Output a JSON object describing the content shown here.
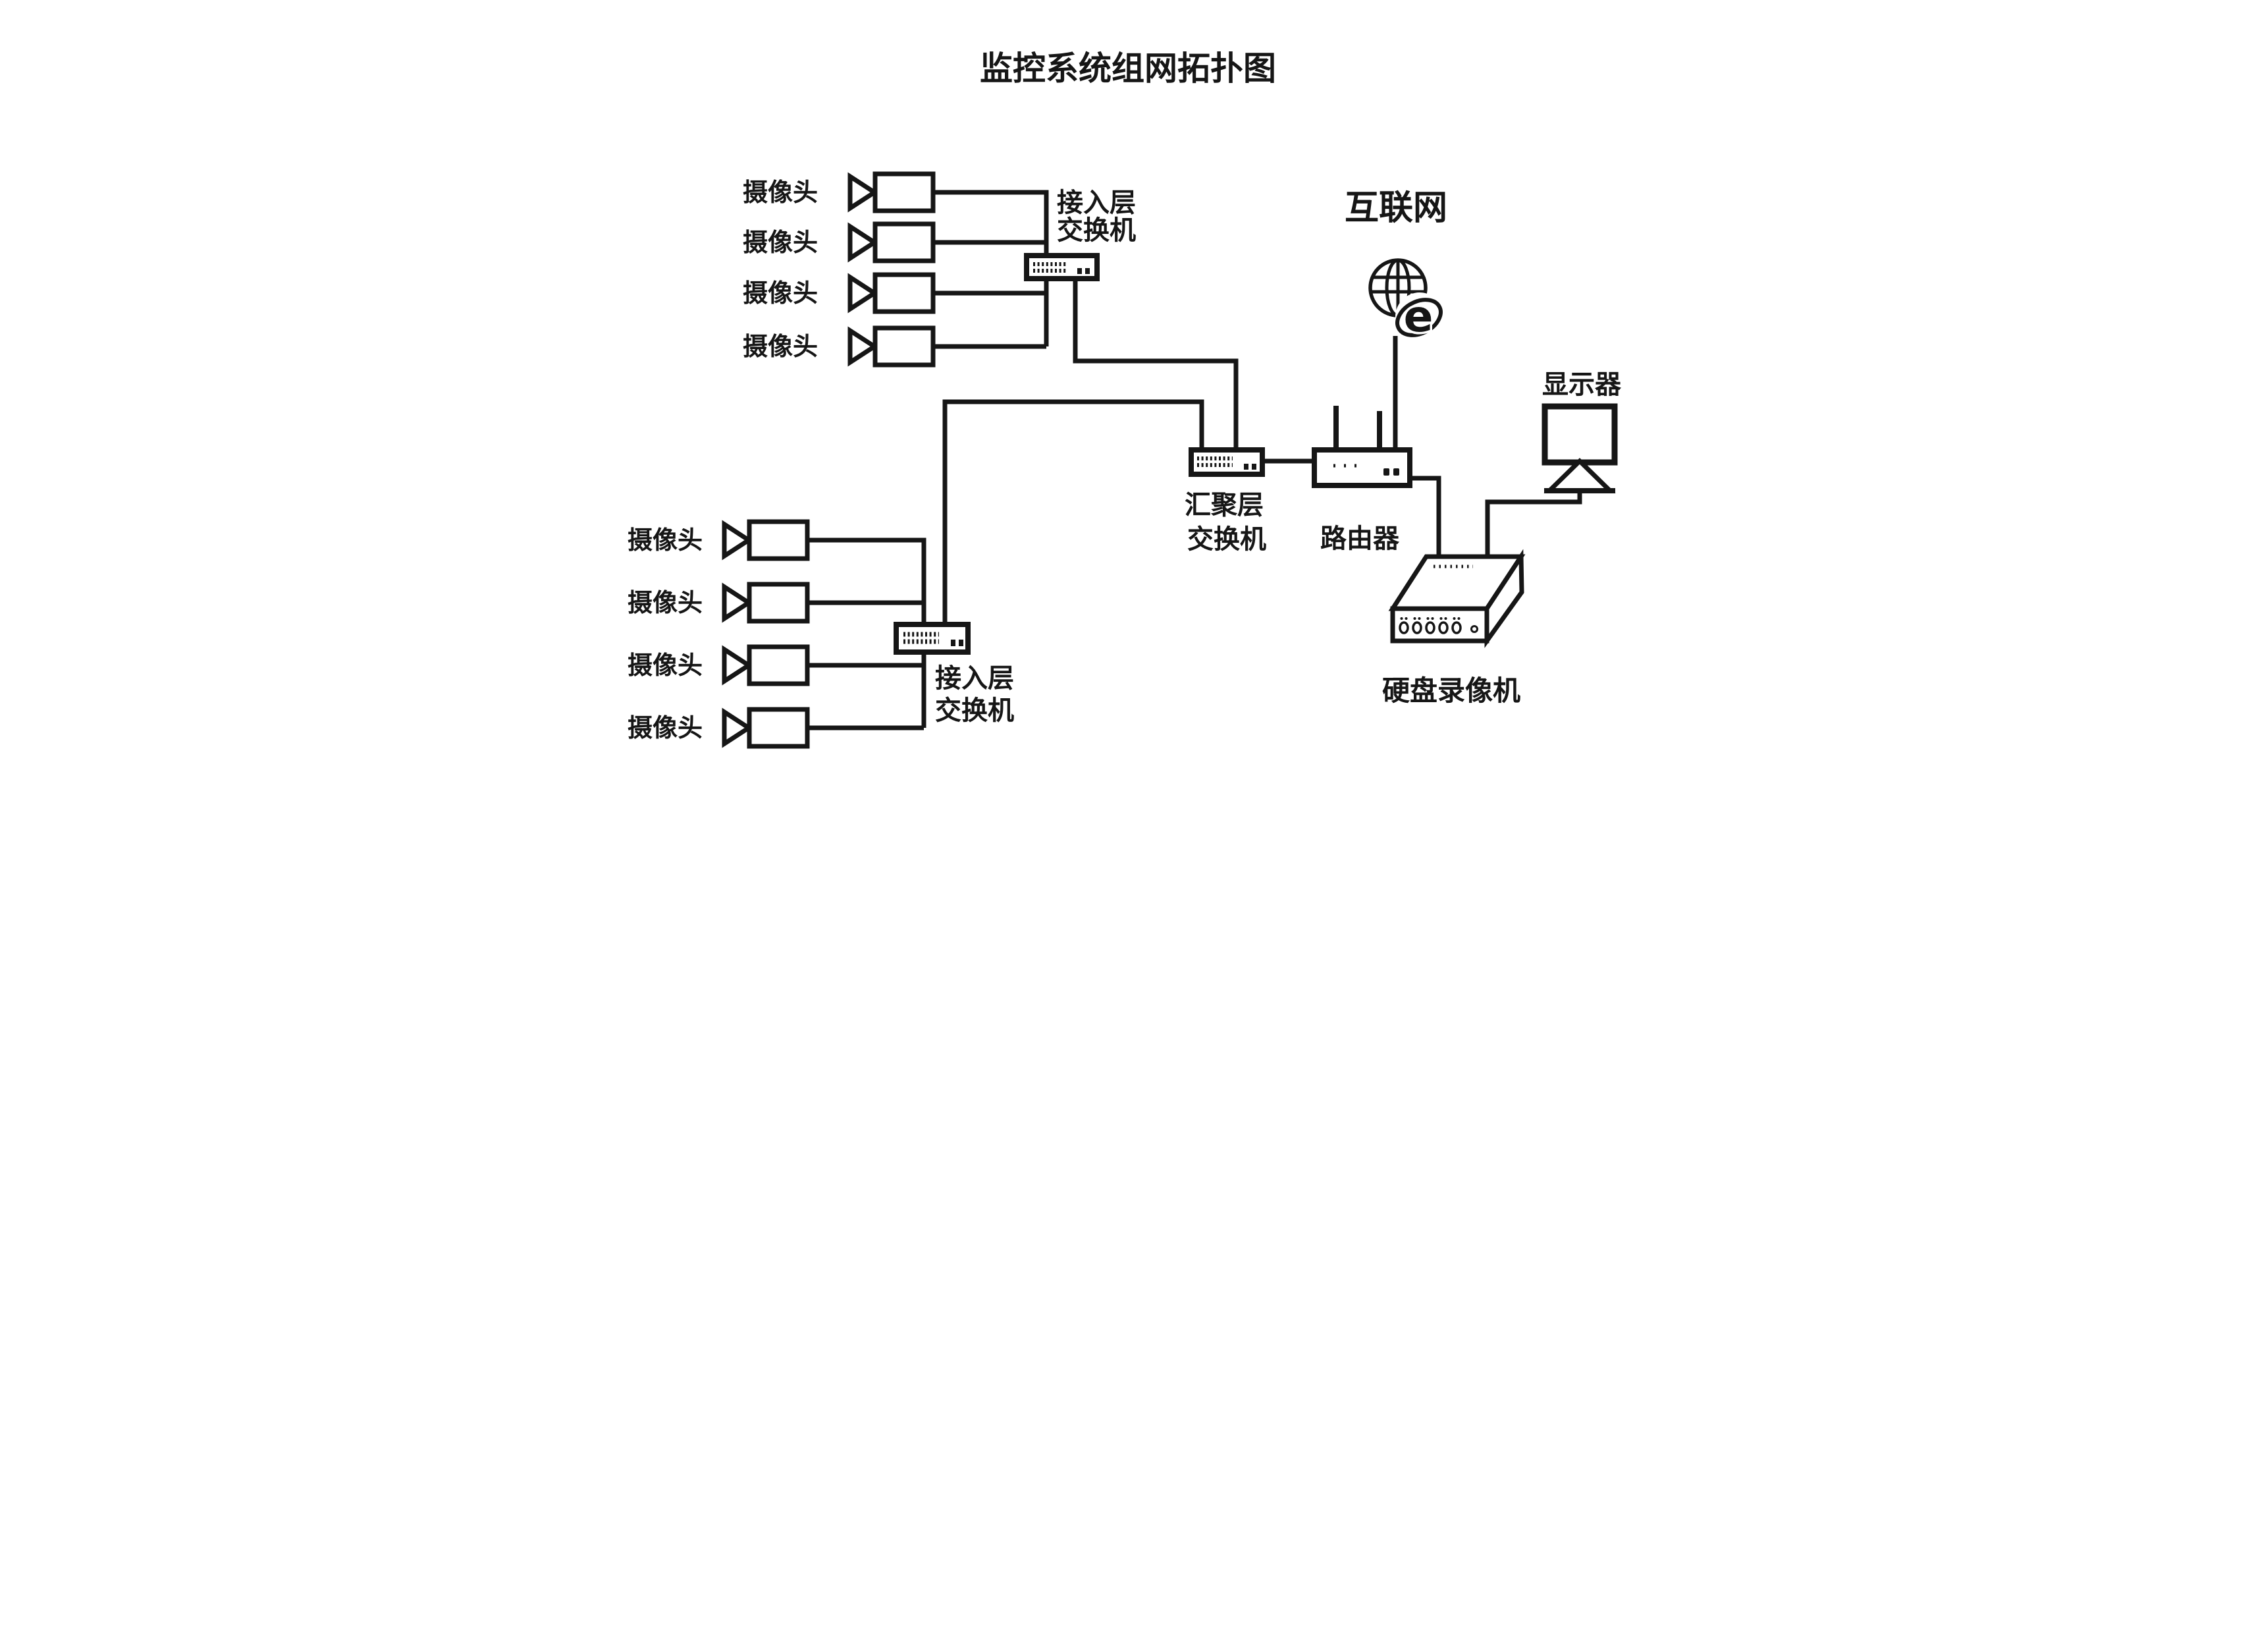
{
  "title": "监控系统组网拓扑图",
  "colors": {
    "ink": "#161616",
    "background": "#ffffff"
  },
  "nodes": {
    "camera_label": "摄像头",
    "access_switch_top": {
      "line1": "接入层",
      "line2": "交换机"
    },
    "access_switch_bottom": {
      "line1": "接入层",
      "line2": "交换机"
    },
    "aggregation_switch": {
      "line1": "汇聚层",
      "line2": "交换机"
    },
    "router": "路由器",
    "internet": "互联网",
    "internet_browser_letter": "e",
    "monitor": "显示器",
    "dvr": "硬盘录像机"
  },
  "topology": {
    "camera_groups": [
      {
        "position": "top-left",
        "camera_count": 4,
        "connects_to": "access_switch_top"
      },
      {
        "position": "bottom-left",
        "camera_count": 4,
        "connects_to": "access_switch_bottom"
      }
    ],
    "links": [
      "cameras(4) - access_switch_top",
      "cameras(4) - access_switch_bottom",
      "access_switch_top - aggregation_switch",
      "access_switch_bottom - aggregation_switch",
      "aggregation_switch - router",
      "router - internet",
      "router - dvr",
      "dvr - monitor"
    ]
  }
}
